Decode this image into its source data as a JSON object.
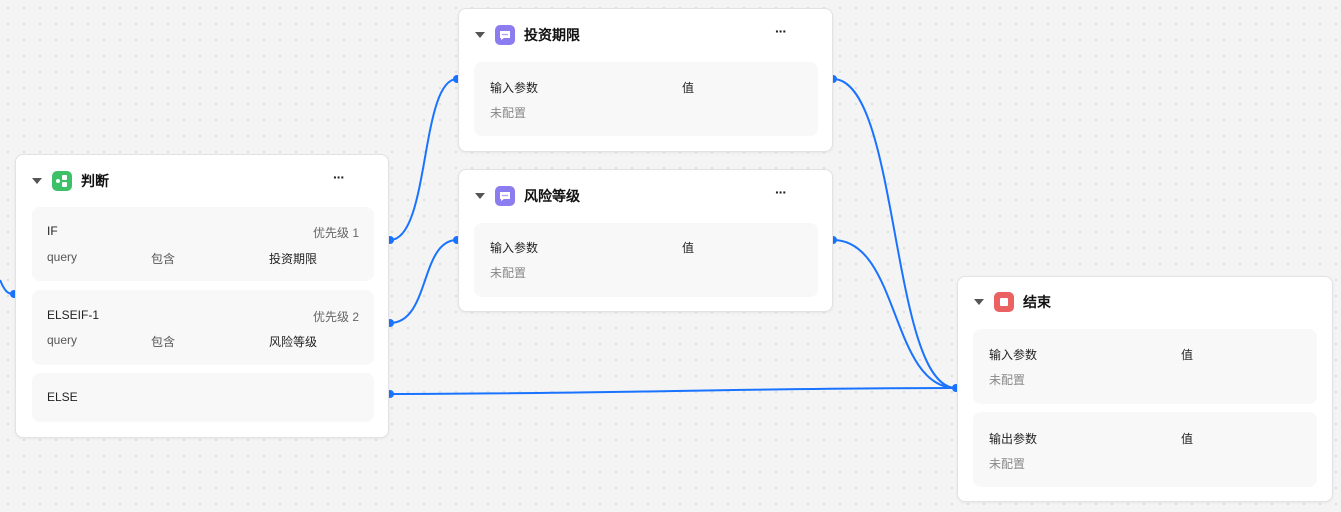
{
  "colors": {
    "edge": "#1a73ff",
    "judge_icon": "#3cc068",
    "msg_icon": "#8b7cf0",
    "end_icon": "#ea6161"
  },
  "judge": {
    "title": "判断",
    "more": "···",
    "branches": [
      {
        "name": "IF",
        "priority": "优先级 1",
        "field": "query",
        "op": "包含",
        "value": "投资期限"
      },
      {
        "name": "ELSEIF-1",
        "priority": "优先级 2",
        "field": "query",
        "op": "包含",
        "value": "风险等级"
      },
      {
        "name": "ELSE"
      }
    ]
  },
  "nodes": [
    {
      "title": "投资期限",
      "more": "···",
      "param_label": "输入参数",
      "value_label": "值",
      "empty": "未配置"
    },
    {
      "title": "风险等级",
      "more": "···",
      "param_label": "输入参数",
      "value_label": "值",
      "empty": "未配置"
    }
  ],
  "end": {
    "title": "结束",
    "input_label": "输入参数",
    "output_label": "输出参数",
    "value_label": "值",
    "empty": "未配置"
  }
}
